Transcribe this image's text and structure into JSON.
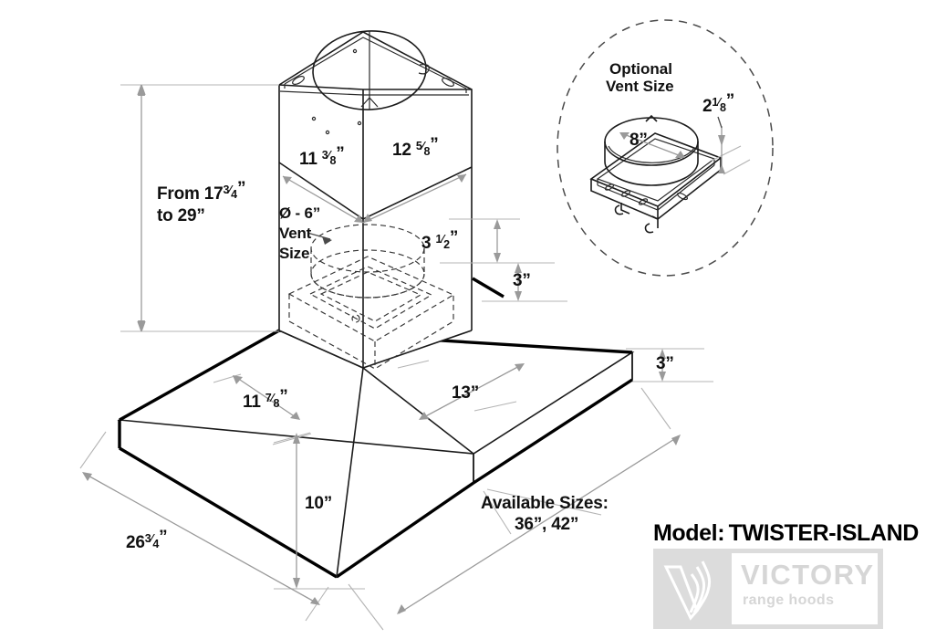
{
  "document": {
    "type": "technical-dimension-drawing",
    "title": "Range hood isometric dimension drawing",
    "background_color": "#ffffff",
    "line_color": "#1b1b1b",
    "dim_line_color": "#9a9a9a"
  },
  "main_drawing": {
    "name": "island-range-hood-isometric",
    "dimensions": {
      "chimney_height_range": {
        "label_line1": "From 17",
        "label_line1_frac_num": "3",
        "label_line1_frac_den": "4",
        "label_line1_suffix": "”",
        "label_line2": "to 29”",
        "value_min": "17 3/4”",
        "value_max": "29”"
      },
      "chimney_width_left": {
        "whole": "11",
        "num": "3",
        "den": "8",
        "unit": "”",
        "full": "11 3/8”"
      },
      "chimney_width_right": {
        "whole": "12",
        "num": "5",
        "den": "8",
        "unit": "”",
        "full": "12 5/8”"
      },
      "vent_size": {
        "line1": "Ø - 6”",
        "line2": "Vent",
        "line3": "Size"
      },
      "transition_height": {
        "whole": "3",
        "num": "1",
        "den": "2",
        "unit": "”",
        "full": "3 1/2”"
      },
      "canopy_edge_upper": {
        "full": "3”"
      },
      "canopy_edge_lower": {
        "full": "3”"
      },
      "canopy_top_depth": {
        "whole": "11",
        "num": "7",
        "den": "8",
        "unit": "”",
        "full": "11 7/8”"
      },
      "canopy_top_width": {
        "full": "13”"
      },
      "canopy_height": {
        "full": "10”"
      },
      "canopy_depth": {
        "whole": "26",
        "num": "3",
        "den": "4",
        "unit": "”",
        "full": "26 3/4”"
      },
      "available_sizes": {
        "label": "Available Sizes:",
        "values": "36”, 42”"
      }
    }
  },
  "inset_detail": {
    "name": "optional-vent-size-detail",
    "title_line1": "Optional",
    "title_line2": "Vent Size",
    "diameter": {
      "full": "8”"
    },
    "thickness": {
      "whole": "2",
      "num": "1",
      "den": "8",
      "unit": "”",
      "full": "2 1/8”"
    }
  },
  "branding": {
    "model_label": "Model:",
    "model_name": "TWISTER-ISLAND",
    "logo_word": "VICTORY",
    "logo_tagline": "range hoods",
    "logo_color": "#d6d6d6",
    "logo_bg_color": "#dcdcdc",
    "model_text_color": "#8a8a8a"
  }
}
